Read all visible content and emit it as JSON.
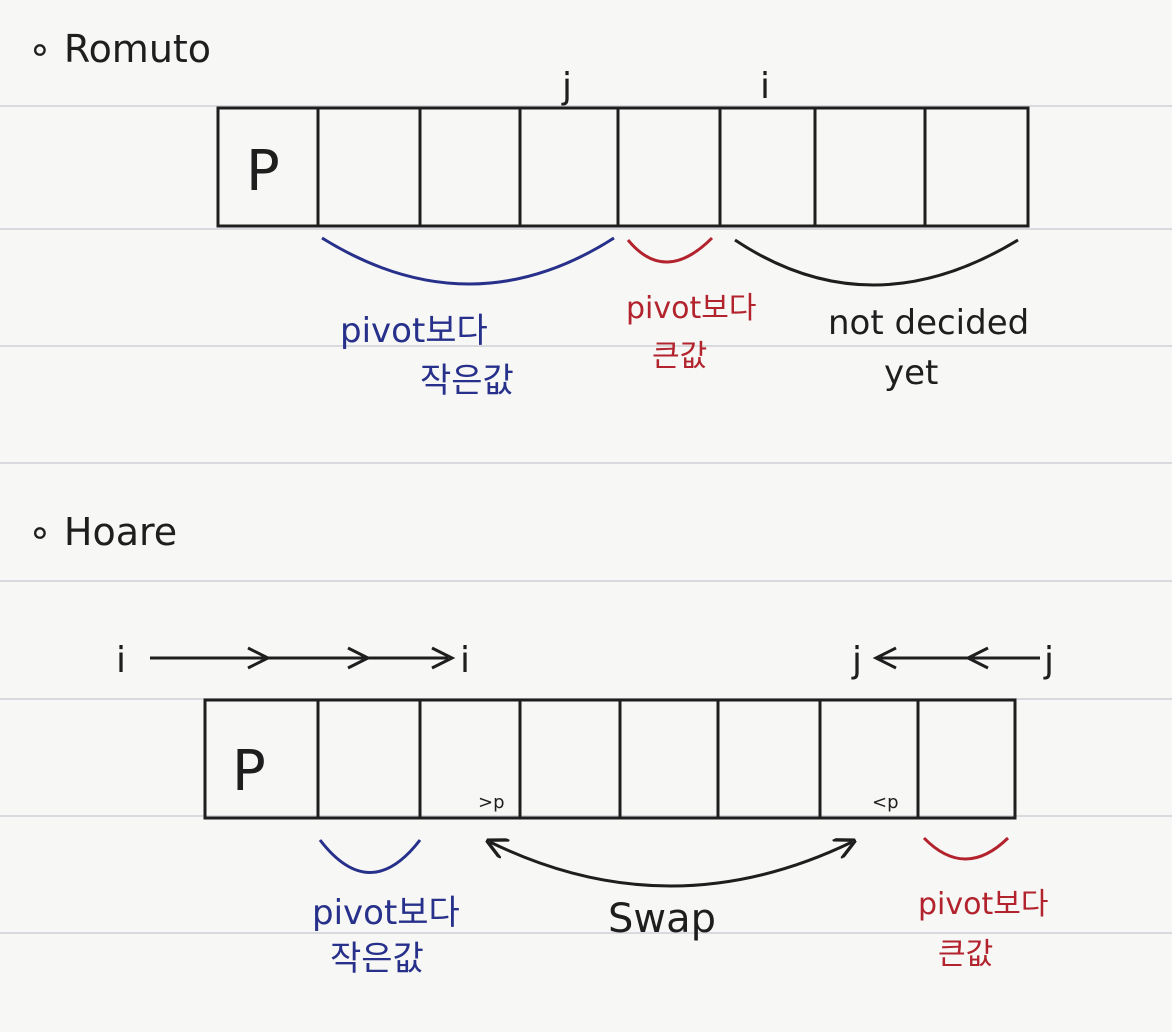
{
  "lomuto": {
    "title": "∘ Romuto",
    "pivot": "P",
    "index_j": "j",
    "index_i": "i",
    "label_smaller_line1": "pivot보다",
    "label_smaller_line2": "작은값",
    "label_larger_line1": "pivot보다",
    "label_larger_line2": "큰값",
    "label_undecided_line1": "not decided",
    "label_undecided_line2": "yet",
    "colors": {
      "smaller": "#27308a",
      "larger": "#b2232d",
      "undecided": "#1e1e1e"
    }
  },
  "hoare": {
    "title": "∘ Hoare",
    "pivot": "P",
    "i_start": "i",
    "i_end": "i",
    "j_end": "j",
    "j_start": "j",
    "mark_gt": ">p",
    "mark_lt": "<p",
    "swap_label": "Swap",
    "label_smaller_line1": "pivot보다",
    "label_smaller_line2": "작은값",
    "label_larger_line1": "pivot보다",
    "label_larger_line2": "큰값",
    "colors": {
      "smaller": "#27308a",
      "larger": "#b2232d",
      "swap": "#1e1e1e"
    }
  }
}
